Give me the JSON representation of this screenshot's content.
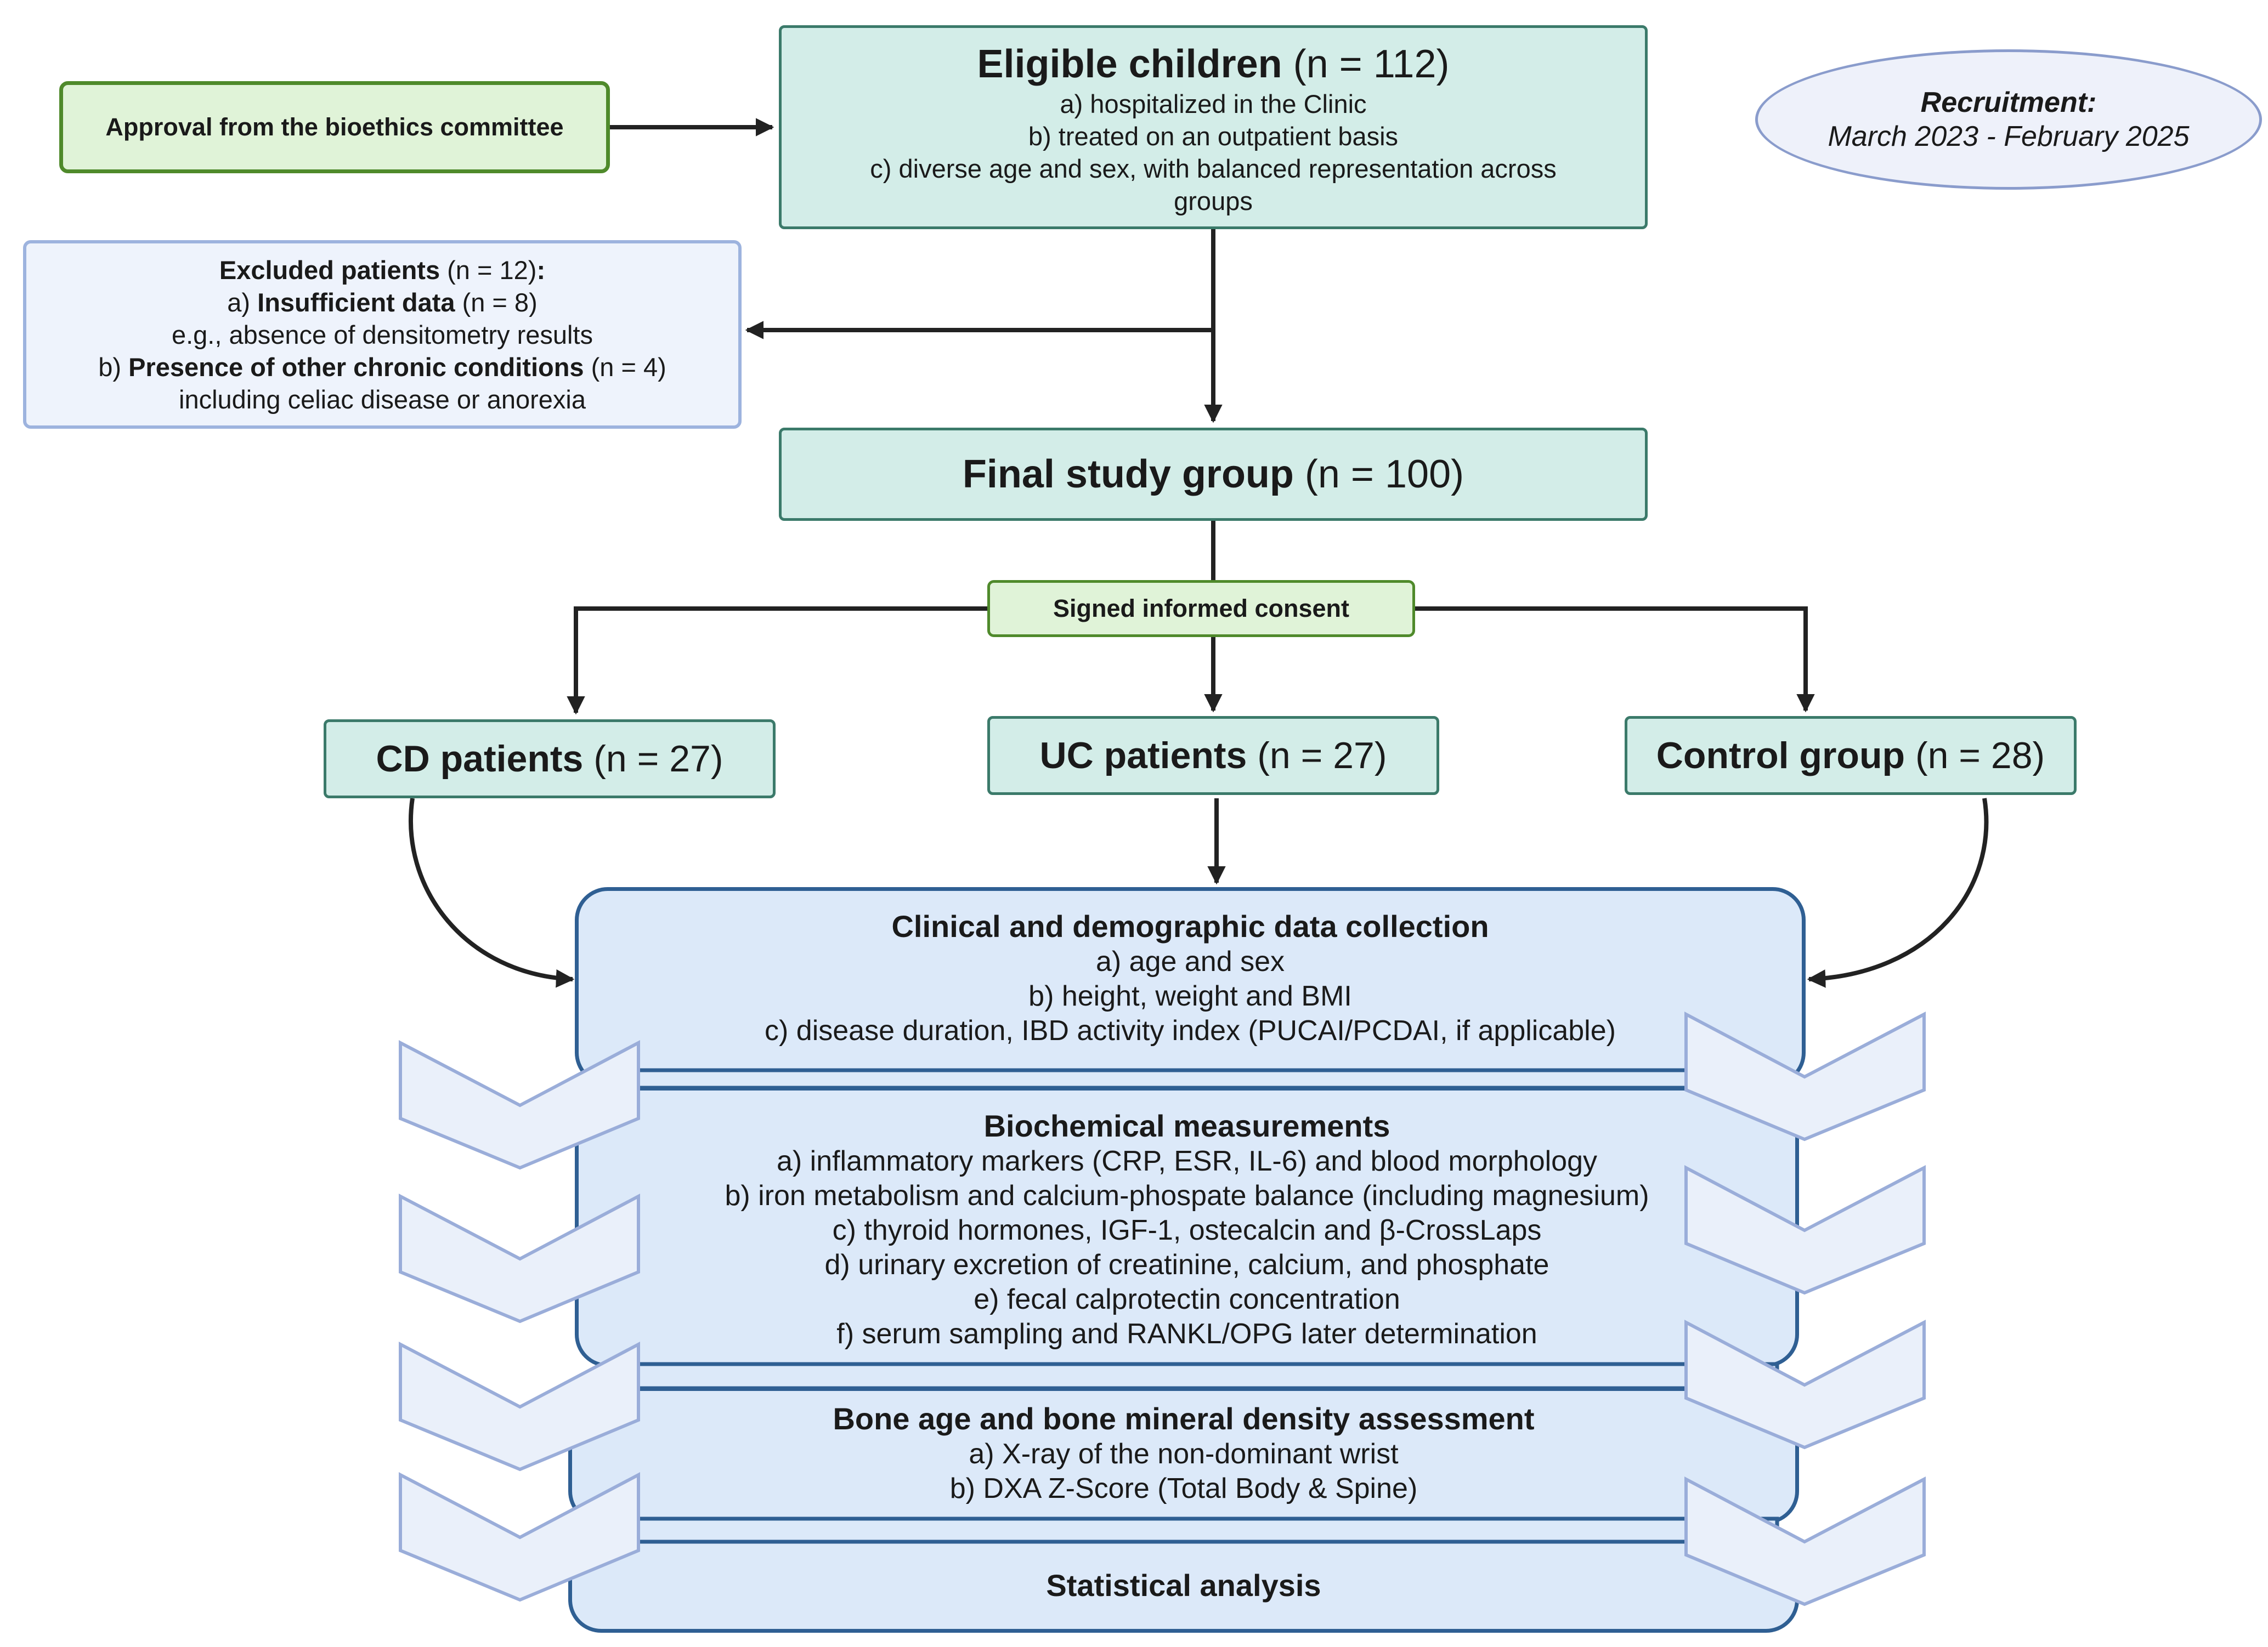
{
  "approval": {
    "label": "Approval from the bioethics committee"
  },
  "recruitment": {
    "title": "Recruitment:",
    "period": "March 2023 - February 2025"
  },
  "eligible": {
    "title": "Eligible children",
    "count": "(n = 112)",
    "items": [
      "a) hospitalized in the Clinic",
      "b) treated on an outpatient basis",
      "c) diverse age and sex, with balanced representation across",
      "groups"
    ]
  },
  "excluded": {
    "title": "Excluded patients",
    "count": "(n = 12)",
    "colon": ":",
    "item_a_prefix": "a) ",
    "item_a_label": "Insufficient data",
    "item_a_count": " (n = 8)",
    "item_a_note": "e.g., absence of densitometry results",
    "item_b_prefix": "b) ",
    "item_b_label": "Presence of other chronic conditions",
    "item_b_count": " (n = 4)",
    "item_b_note": "including celiac disease or anorexia"
  },
  "final_group": {
    "title": "Final study group",
    "count": "(n = 100)"
  },
  "consent": {
    "label": "Signed informed consent"
  },
  "groups": [
    {
      "title": "CD patients",
      "count": "(n = 27)"
    },
    {
      "title": "UC patients",
      "count": "(n = 27)"
    },
    {
      "title": "Control group",
      "count": "(n = 28)"
    }
  ],
  "tiers": [
    {
      "title": "Clinical and demographic data collection",
      "items": [
        "a) age and sex",
        "b) height, weight and BMI",
        "c) disease duration, IBD activity index (PUCAI/PCDAI, if applicable)"
      ]
    },
    {
      "title": "Biochemical measurements",
      "items": [
        "a) inflammatory markers (CRP, ESR, IL-6) and blood morphology",
        "b) iron metabolism and calcium-phospate balance (including magnesium)",
        "c) thyroid hormones, IGF-1, ostecalcin and β-CrossLaps",
        "d) urinary excretion of creatinine, calcium, and phosphate",
        "e) fecal calprotectin concentration",
        "f) serum sampling and RANKL/OPG later determination"
      ]
    },
    {
      "title": "Bone age and bone mineral density assessment",
      "items": [
        "a) X-ray of the non-dominant wrist",
        "b) DXA Z-Score (Total Body & Spine)"
      ]
    },
    {
      "title": "Statistical analysis",
      "items": []
    }
  ],
  "colors": {
    "teal_fill": "#d3ede8",
    "teal_border": "#3b7a6a",
    "green_fill": "#e0f3d8",
    "green_border": "#4f8a2b",
    "tier_fill": "#dce9f9",
    "tier_border": "#2f5f93",
    "chevron_fill": "#eaf0fa",
    "chevron_border": "#9aadd9",
    "arrow": "#222222"
  }
}
